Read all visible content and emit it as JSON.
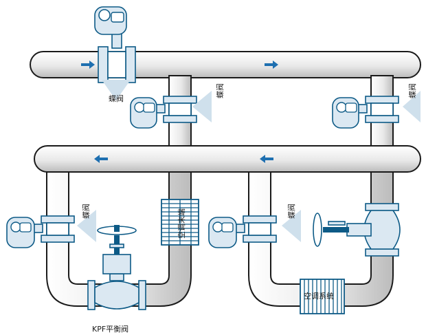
{
  "labels": {
    "butterfly_valve": "蝶阀",
    "balance_valve": "KPF平衡阀",
    "terminal_device": "空调末端",
    "cooling_unit": "空调系统"
  },
  "colors": {
    "pipe_fill": "#f2f2f2",
    "pipe_outline": "#1a1a1a",
    "valve_outline": "#0d5a86",
    "valve_fill": "#dbe8f2",
    "flow_arrow": "#1e6fb0"
  }
}
